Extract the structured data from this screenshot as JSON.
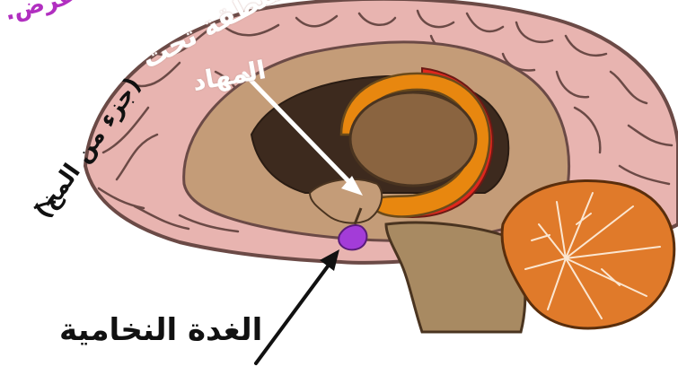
{
  "labels": {
    "top_partial": "عرض.",
    "hypothalamus_line1": "منطقة تحت",
    "hypothalamus_line2": "المهاد",
    "side_note": "(جزء من المخ)",
    "pituitary": "الغدة النخامية"
  },
  "colors": {
    "cortex": "#e8b4b0",
    "cortex_outline": "#6b4a46",
    "inner_cortex": "#c49c78",
    "dark_region": "#3d2a1e",
    "thalamus": "#8a6440",
    "fornix": "#e8870f",
    "corpus_red": "#e0271d",
    "cerebellum": "#e07a2a",
    "brainstem": "#a88a62",
    "pituitary": "#a33cd8",
    "label_purple": "#b12fc0",
    "white_arrow": "#ffffff",
    "black_arrow": "#111111"
  }
}
